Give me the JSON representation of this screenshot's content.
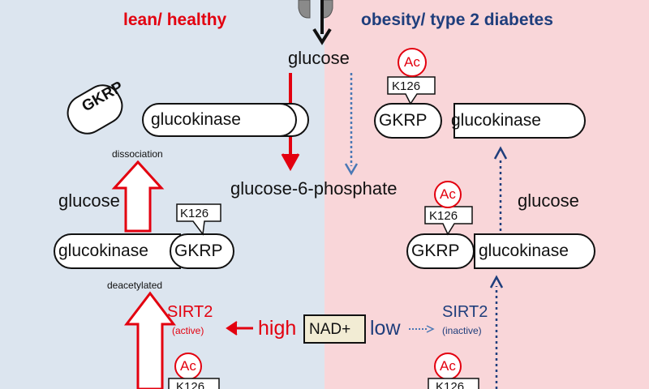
{
  "headers": {
    "left": "lean/ healthy",
    "right": "obesity/ type 2 diabetes"
  },
  "center": {
    "glucose": "glucose",
    "g6p": "glucose-6-phosphate"
  },
  "proteins": {
    "gk": "glucokinase",
    "gkrp": "GKRP"
  },
  "labels": {
    "dissociation": "dissociation",
    "glucose_left": "glucose",
    "glucose_right": "glucose",
    "deacetylated": "deacetylated",
    "k126": "K126",
    "ac": "Ac"
  },
  "nad": {
    "label": "NAD+",
    "high": "high",
    "low": "low"
  },
  "sirt": {
    "left": "SIRT2",
    "left_state": "(active)",
    "right": "SIRT2",
    "right_state": "(inactive)"
  },
  "colors": {
    "left_bg": "#dce5ef",
    "right_bg": "#f9d6d9",
    "red": "#e3000f",
    "blue": "#1f3e7c"
  }
}
